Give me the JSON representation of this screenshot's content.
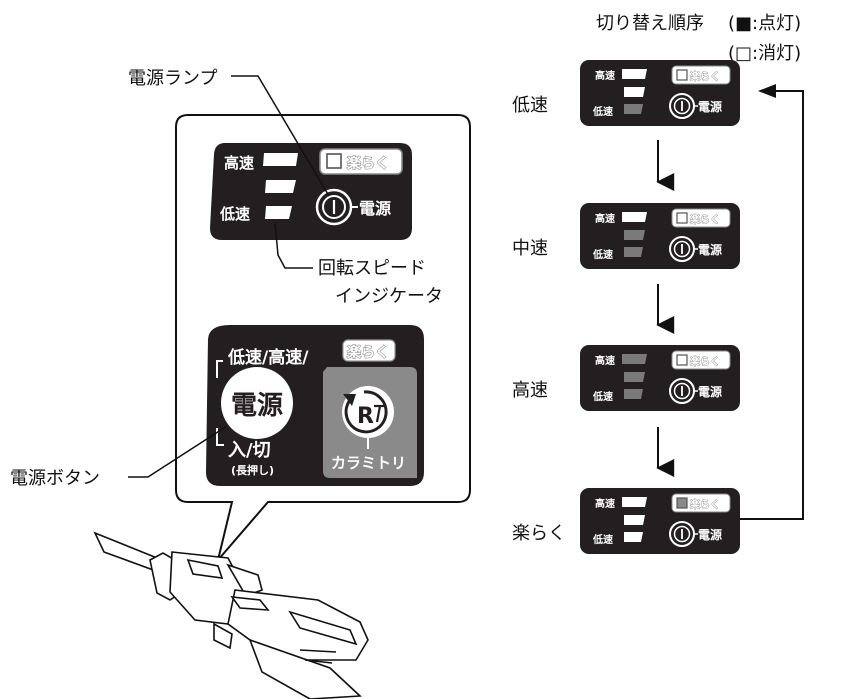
{
  "callouts": {
    "power_lamp": "電源ランプ",
    "speed_indicator_line1": "回転スピード",
    "speed_indicator_line2": "インジケータ",
    "power_button": "電源ボタン"
  },
  "panel": {
    "high": "高速",
    "low": "低速",
    "raku": "楽らく",
    "power": "電源"
  },
  "button_panel": {
    "top_label": "低速/高速/",
    "raku": "楽らく",
    "power": "電源",
    "onoff": "入/切",
    "long_press": "(長押し)",
    "r_symbol": "R",
    "karamitori": "カラミトリ"
  },
  "sequence": {
    "title": "切り替え順序",
    "legend_on": "(■:点灯)",
    "legend_off": "(□:消灯)",
    "steps": [
      {
        "label": "低速",
        "bars": [
          0,
          0,
          1
        ],
        "raku_on": false
      },
      {
        "label": "中速",
        "bars": [
          0,
          1,
          1
        ],
        "raku_on": false
      },
      {
        "label": "高速",
        "bars": [
          1,
          1,
          1
        ],
        "raku_on": false
      },
      {
        "label": "楽らく",
        "bars": [
          0,
          0,
          0
        ],
        "raku_on": true
      }
    ]
  },
  "colors": {
    "panel_bg": "#231f20",
    "bar_on": "#ffffff",
    "bar_off": "#7a7a7a",
    "raku_on": "#8a8a8a",
    "karamitori_bg": "#8a8a8a"
  }
}
